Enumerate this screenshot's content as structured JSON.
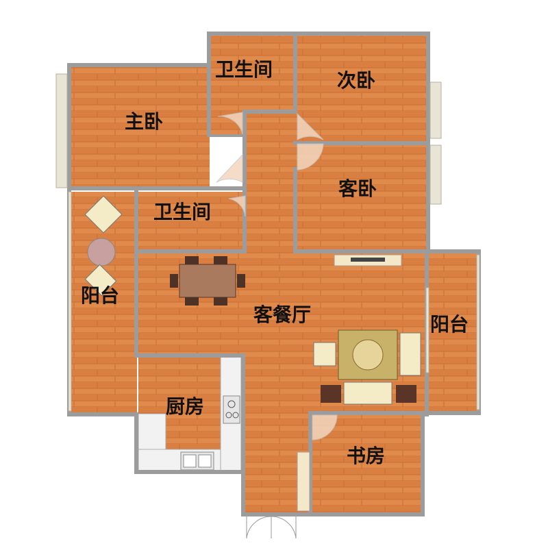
{
  "rooms": {
    "master_bedroom": "主卧",
    "bathroom_top": "卫生间",
    "second_bedroom": "次卧",
    "guest_bedroom": "客卧",
    "bathroom_middle": "卫生间",
    "balcony_left": "阳台",
    "living_dining": "客餐厅",
    "balcony_right": "阳台",
    "kitchen": "厨房",
    "study": "书房"
  },
  "colors": {
    "floor": "#e08a4c",
    "floor_dark": "#c96f34",
    "wall": "#9c9c9c",
    "window": "#e9e5d6",
    "label": "#111111"
  }
}
